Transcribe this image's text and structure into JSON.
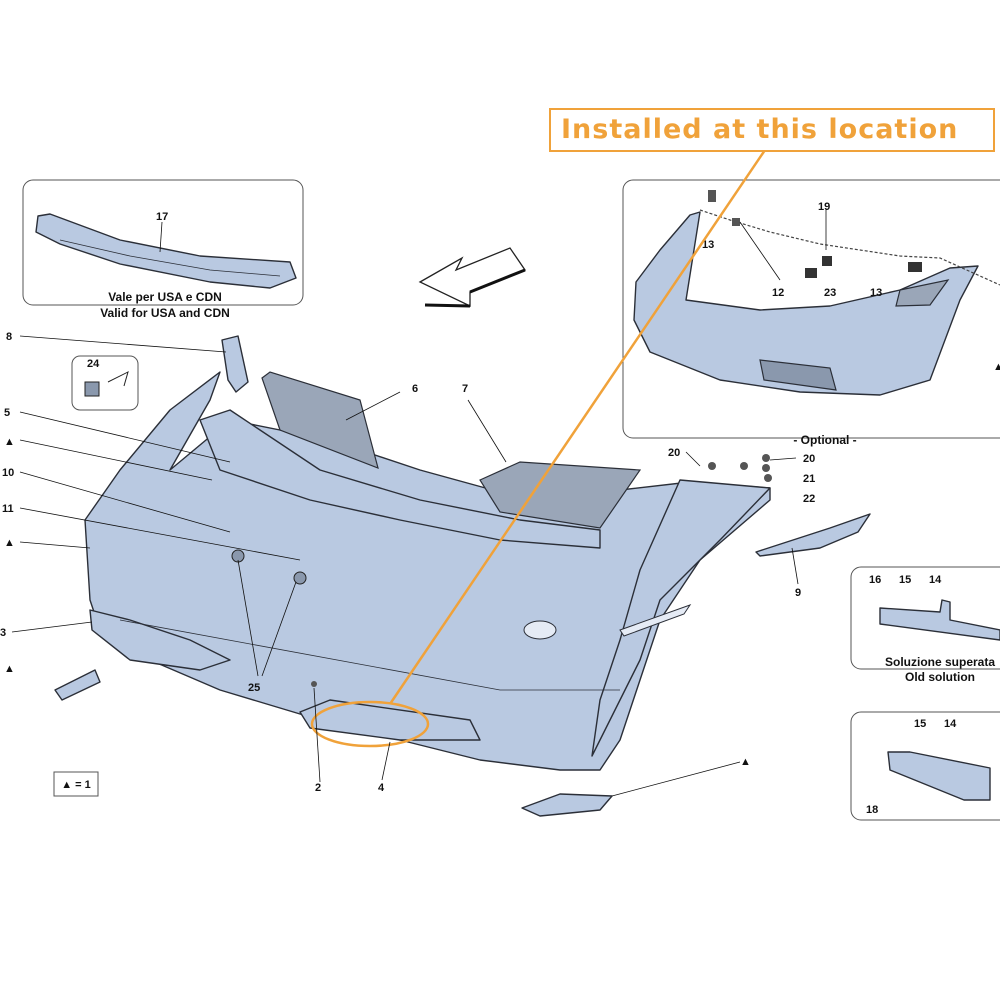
{
  "callout": {
    "text": "Installed at this location",
    "color": "#f0a23a"
  },
  "usa_box": {
    "line1": "Vale per USA e CDN",
    "line2": "Valid for USA and CDN",
    "part": "17"
  },
  "optional_box": {
    "caption": "- Optional -",
    "parts": {
      "p12": "12",
      "p13a": "13",
      "p13b": "13",
      "p19": "19",
      "p23": "23"
    }
  },
  "old_box": {
    "line1": "Soluzione superata",
    "line2": "Old solution",
    "p14": "14",
    "p15": "15",
    "p16": "16"
  },
  "new_box": {
    "p14": "14",
    "p15": "15",
    "p18": "18"
  },
  "legend": {
    "text": "▲ = 1"
  },
  "triangle": "▲",
  "labels": {
    "p2": "2",
    "p3": "3",
    "p4": "4",
    "p5": "5",
    "p6": "6",
    "p7": "7",
    "p8": "8",
    "p9": "9",
    "p10": "10",
    "p11": "11",
    "p20a": "20",
    "p20b": "20",
    "p21": "21",
    "p22": "22",
    "p24": "24",
    "p25": "25"
  },
  "colors": {
    "part_fill": "#b9c9e1",
    "outline": "#2b2f38",
    "highlight": "#f0a23a"
  }
}
